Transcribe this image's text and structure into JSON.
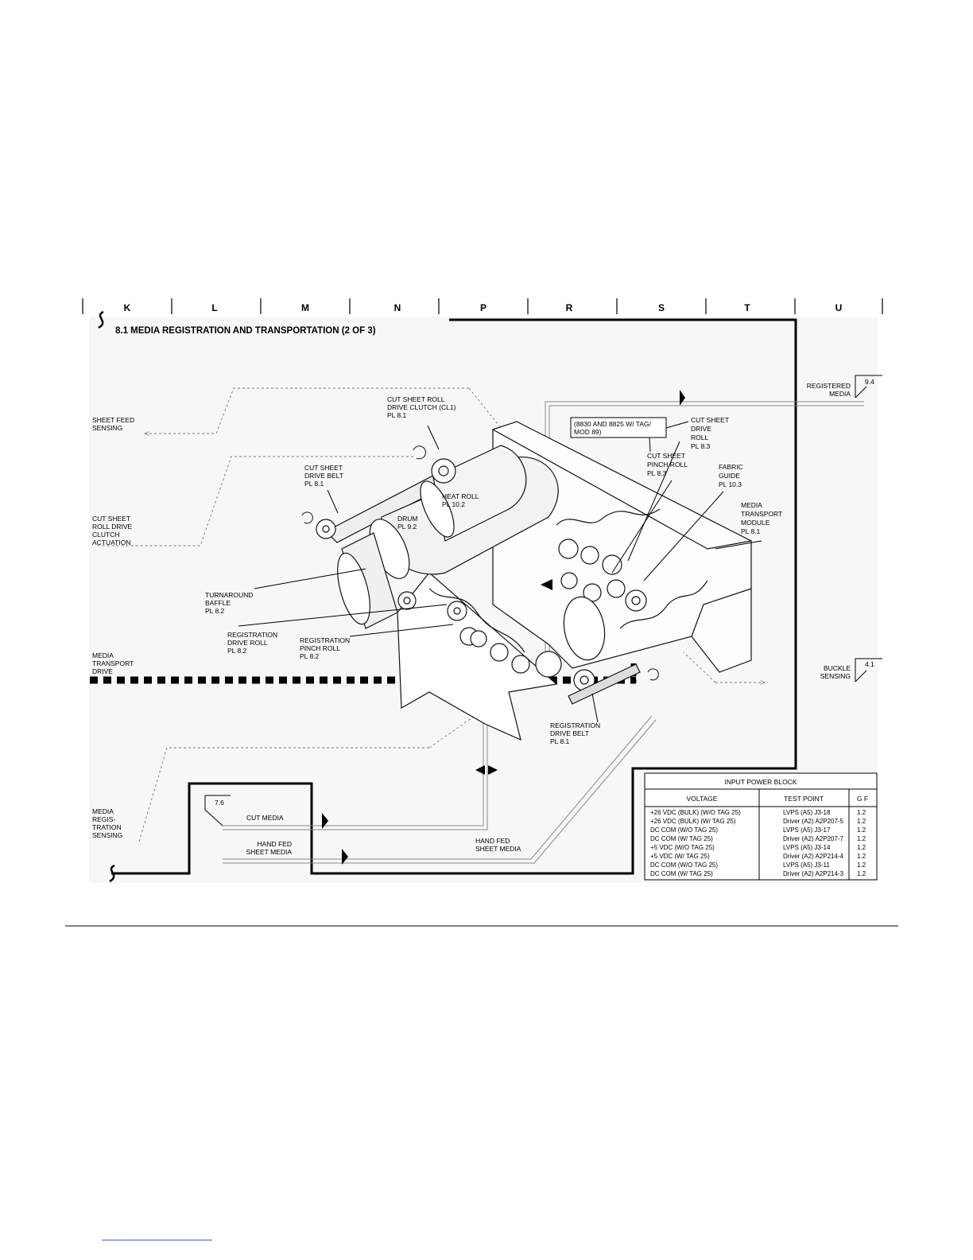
{
  "zone_letters": [
    "K",
    "L",
    "M",
    "N",
    "P",
    "R",
    "S",
    "T",
    "U"
  ],
  "title": "8.1  MEDIA REGISTRATION AND TRANSPORTATION (2 OF 3)",
  "labels": {
    "sheet_feed_sensing": [
      "SHEET FEED",
      "SENSING"
    ],
    "cut_sheet_roll_drive_clutch": [
      "CUT SHEET ROLL",
      "DRIVE CLUTCH (CL1)",
      "PL 8.1"
    ],
    "cut_sheet_drive_belt": [
      "CUT SHEET",
      "DRIVE BELT",
      "PL 8.1"
    ],
    "cut_sheet_roll_drive_clutch_actuation": [
      "CUT SHEET",
      "ROLL DRIVE",
      "CLUTCH",
      "ACTUATION"
    ],
    "heat_roll": [
      "HEAT ROLL",
      "PL 10.2"
    ],
    "drum": [
      "DRUM",
      "PL 9.2"
    ],
    "turnaround_baffle": [
      "TURNAROUND",
      "BAFFLE",
      "PL 8.2"
    ],
    "registration_drive_roll": [
      "REGISTRATION",
      "DRIVE ROLL",
      "PL 8.2"
    ],
    "registration_pinch_roll": [
      "REGISTRATION",
      "PINCH ROLL",
      "PL 8.2"
    ],
    "media_transport_drive": [
      "MEDIA",
      "TRANSPORT",
      "DRIVE"
    ],
    "registration_drive_belt": [
      "REGISTRATION",
      "DRIVE BELT",
      "PL 8.1"
    ],
    "media_registration_sensing": [
      "MEDIA",
      "REGIS-",
      "TRATION",
      "SENSING"
    ],
    "model_note": [
      "(8830 AND 8825 W/ TAG/",
      "MOD 89)"
    ],
    "cut_sheet_drive_roll": [
      "CUT SHEET",
      "DRIVE",
      "ROLL",
      "PL 8.3"
    ],
    "cut_sheet_pinch_roll": [
      "CUT SHEET",
      "PINCH ROLL",
      "PL 8.3"
    ],
    "fabric_guide": [
      "FABRIC",
      "GUIDE",
      "PL 10.3"
    ],
    "media_transport_module": [
      "MEDIA",
      "TRANSPORT",
      "MODULE",
      "PL 8.1"
    ],
    "registered_media": [
      "REGISTERED",
      "MEDIA"
    ],
    "buckle_sensing": [
      "BUCKLE",
      "SENSING"
    ],
    "cut_media": "CUT MEDIA",
    "hand_fed_sheet_media_left": [
      "HAND FED",
      "SHEET MEDIA"
    ],
    "hand_fed_sheet_media_mid": [
      "HAND FED",
      "SHEET MEDIA"
    ]
  },
  "references": {
    "registered_media": "9.4",
    "buckle_sensing": "4.1",
    "cut_media": "7.6"
  },
  "power_table": {
    "title": "INPUT POWER BLOCK",
    "headers": [
      "VOLTAGE",
      "TEST POINT",
      "G F"
    ],
    "rows": [
      [
        "+26 VDC (BULK) (W/O TAG 25)",
        "LVPS (A5) J3-18",
        "1.2"
      ],
      [
        "+26 VDC (BULK) (W/ TAG 25)",
        "Driver (A2) A2P207-5",
        "1.2"
      ],
      [
        "DC COM (W/O TAG 25)",
        "LVPS (A5) J3-17",
        "1.2"
      ],
      [
        "DC COM (W/ TAG 25)",
        "Driver (A2) A2P207-7",
        "1.2"
      ],
      [
        "+5 VDC (W/O TAG 25)",
        "LVPS (A5) J3-14",
        "1.2"
      ],
      [
        "+5 VDC (W/ TAG 25)",
        "Driver (A2) A2P214-4",
        "1.2"
      ],
      [
        "DC COM (W/O TAG 25)",
        "LVPS (A5) J3-11",
        "1.2"
      ],
      [
        "DC COM (W/ TAG 25)",
        "Driver (A2) A2P214-3",
        "1.2"
      ]
    ]
  }
}
